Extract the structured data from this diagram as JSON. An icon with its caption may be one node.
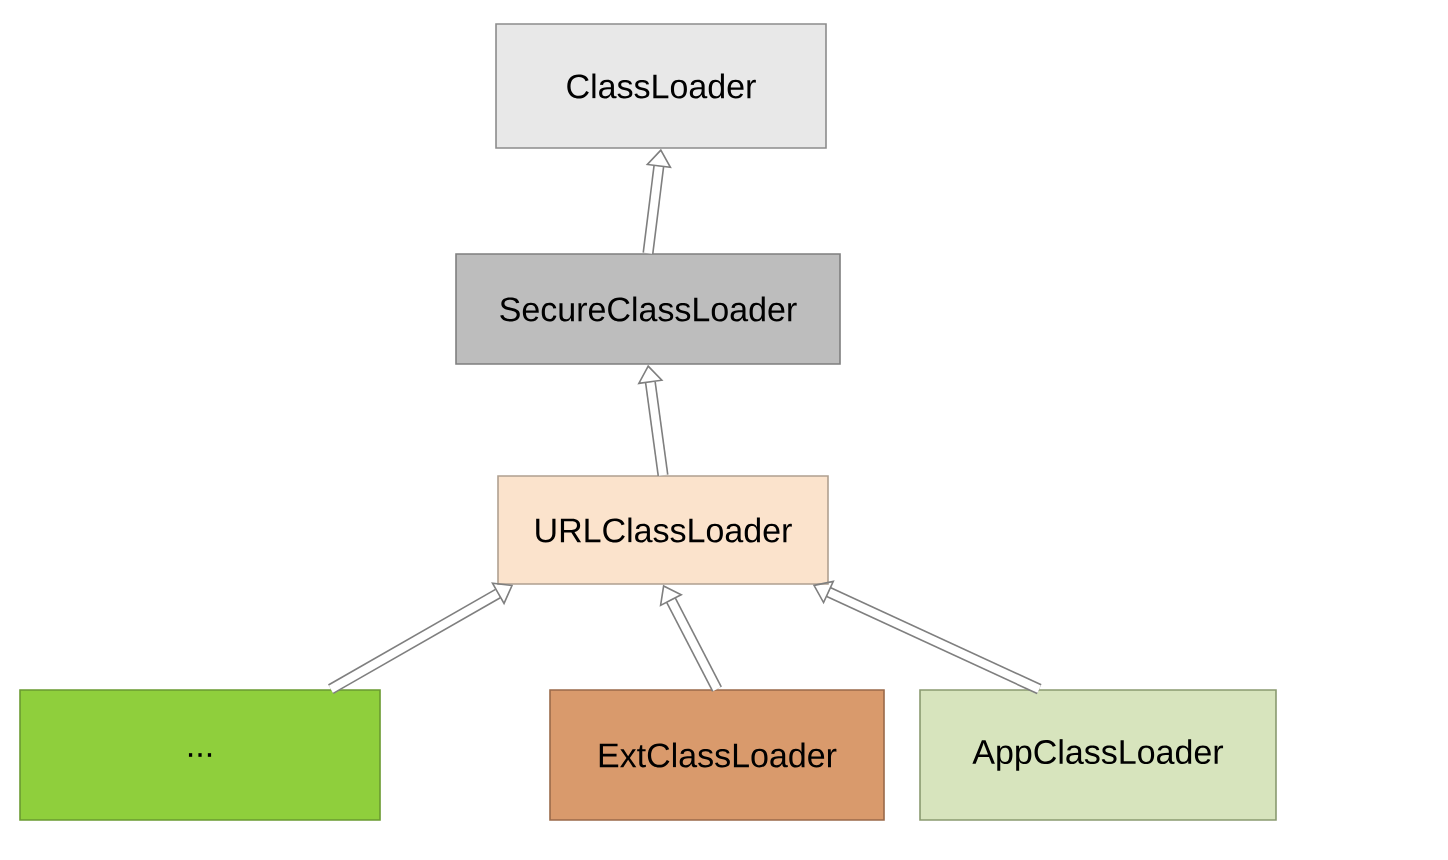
{
  "diagram": {
    "nodes": [
      {
        "text": [
          "ClassLoader"
        ]
      },
      {
        "text": [
          "SecureClassLoader"
        ]
      },
      {
        "text": [
          "URLClassLoader"
        ]
      },
      {
        "text": [
          "..."
        ]
      },
      {
        "text": [
          "ExtClassLoader"
        ]
      },
      {
        "text": [
          "AppClassLoader"
        ]
      }
    ],
    "edges": [
      {
        "from": 1,
        "to": 0,
        "arrow": "to"
      },
      {
        "from": 2,
        "to": 1,
        "arrow": "to"
      },
      {
        "from": 3,
        "to": 2,
        "arrow": "to"
      },
      {
        "from": 4,
        "to": 2,
        "arrow": "to"
      },
      {
        "from": 5,
        "to": 2,
        "arrow": "to"
      }
    ]
  }
}
